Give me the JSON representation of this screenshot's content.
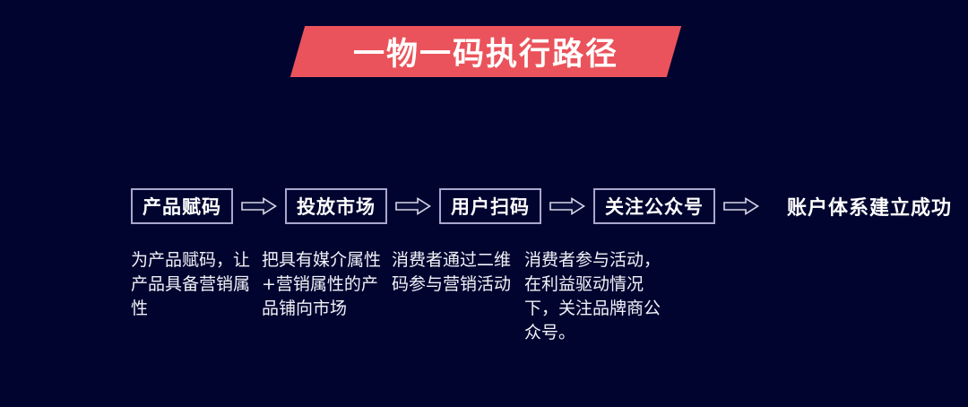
{
  "theme": {
    "background": "#00042f",
    "banner_red": "#ea535b",
    "box_border": "#a9a7cf",
    "text_white": "#ffffff",
    "desc_text": "#f2f2f8"
  },
  "title": {
    "text": "一物一码执行路径"
  },
  "flow": {
    "arrow_icon": "right-arrow-icon",
    "steps": [
      {
        "label": "产品赋码",
        "boxed": true
      },
      {
        "label": "投放市场",
        "boxed": true
      },
      {
        "label": "用户扫码",
        "boxed": true
      },
      {
        "label": "关注公众号",
        "boxed": true
      },
      {
        "label": "账户体系建立成功",
        "boxed": false
      }
    ]
  },
  "descriptions": [
    "为产品赋码，让产品具备营销属性",
    "把具有媒介属性+营销属性的产品铺向市场",
    "消费者通过二维码参与营销活动",
    "消费者参与活动，在利益驱动情况下，关注品牌商公众号。"
  ]
}
